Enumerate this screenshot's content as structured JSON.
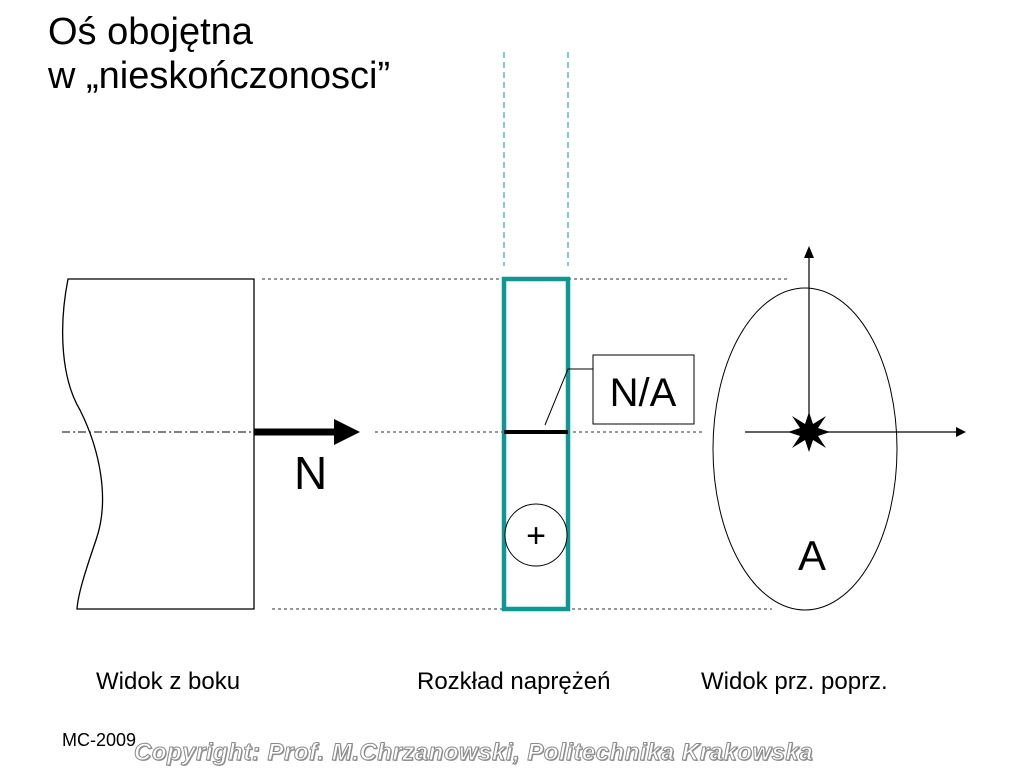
{
  "title": {
    "line1": "Oś obojętna",
    "line2": "w „nieskończonosci”"
  },
  "labels": {
    "force": "N",
    "neutral_axis": "N/A",
    "plus": "+",
    "area": "A"
  },
  "captions": {
    "side_view": "Widok z boku",
    "stress_distribution": "Rozkład naprężeń",
    "cross_section": "Widok prz. poprz."
  },
  "footer": {
    "code": "MC-2009",
    "copyright": "Copyright: Prof. M.Chrzanowski, Politechnika Krakowska"
  },
  "colors": {
    "stress_block": "#0e9894"
  }
}
